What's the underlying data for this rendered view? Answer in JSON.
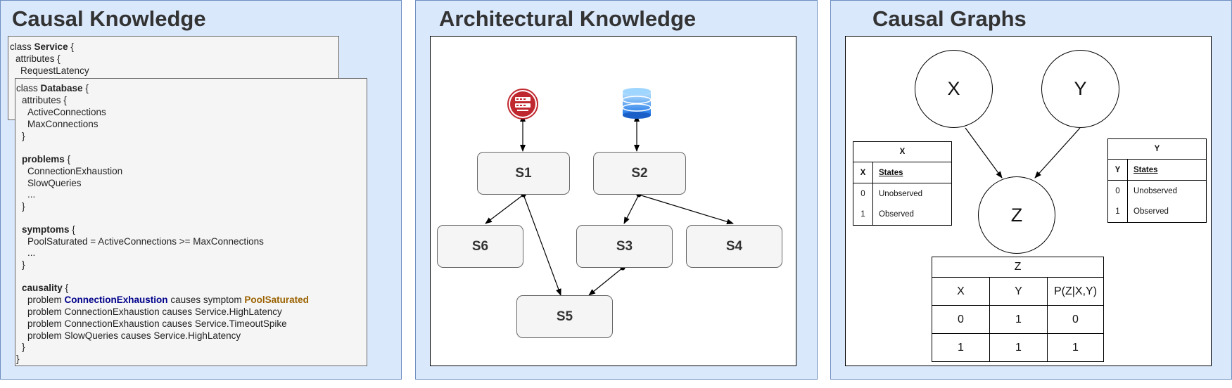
{
  "panels": {
    "causal_knowledge": {
      "title": "Causal Knowledge"
    },
    "architectural_knowledge": {
      "title": "Architectural Knowledge"
    },
    "causal_graphs": {
      "title": "Causal Graphs"
    }
  },
  "service_class": {
    "keyword": "class",
    "name": "Service",
    "brace": "{",
    "attributes_header": "attributes {",
    "attribute": "RequestLatency"
  },
  "database_class": {
    "keyword": "class",
    "name": "Database",
    "brace": "{",
    "attributes_header": "attributes {",
    "attributes": [
      "ActiveConnections",
      "MaxConnections"
    ],
    "close": "}",
    "problems_label": "problems",
    "problems": [
      "ConnectionExhaustion",
      "SlowQueries",
      "..."
    ],
    "symptoms_label": "symptoms",
    "symptoms": [
      "PoolSaturated = ActiveConnections >= MaxConnections",
      "..."
    ],
    "causality_label": "causality",
    "causality_first": {
      "prefix": "problem",
      "problem": "ConnectionExhaustion",
      "middle": "causes symptom",
      "symptom": "PoolSaturated"
    },
    "causality_rest": [
      "problem ConnectionExhaustion causes Service.HighLatency",
      "problem ConnectionExhaustion causes Service.TimeoutSpike",
      "problem SlowQueries causes Service.HighLatency"
    ]
  },
  "architecture": {
    "icons": [
      "server-icon",
      "database-icon"
    ],
    "nodes": [
      "S1",
      "S2",
      "S6",
      "S3",
      "S4",
      "S5"
    ]
  },
  "causal_graph": {
    "nodes": [
      "X",
      "Y",
      "Z"
    ],
    "table_x": {
      "title": "X",
      "headers": [
        "X",
        "States"
      ],
      "rows": [
        [
          "0",
          "Unobserved"
        ],
        [
          "1",
          "Observed"
        ]
      ]
    },
    "table_y": {
      "title": "Y",
      "headers": [
        "Y",
        "States"
      ],
      "rows": [
        [
          "0",
          "Unobserved"
        ],
        [
          "1",
          "Observed"
        ]
      ]
    },
    "table_z": {
      "title": "Z",
      "headers": [
        "X",
        "Y",
        "P(Z|X,Y)"
      ],
      "rows": [
        [
          "0",
          "1",
          "0"
        ],
        [
          "1",
          "1",
          "1"
        ]
      ]
    }
  }
}
